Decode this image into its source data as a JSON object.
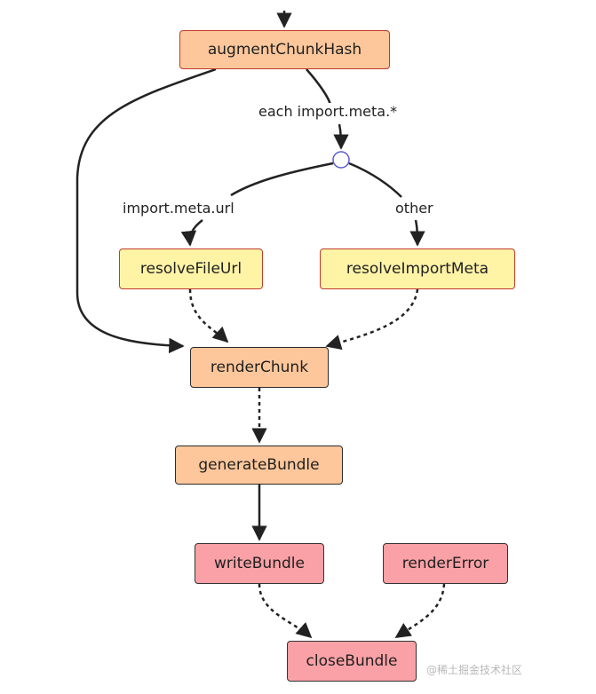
{
  "nodes": {
    "augmentChunkHash": "augmentChunkHash",
    "resolveFileUrl": "resolveFileUrl",
    "resolveImportMeta": "resolveImportMeta",
    "renderChunk": "renderChunk",
    "generateBundle": "generateBundle",
    "writeBundle": "writeBundle",
    "renderError": "renderError",
    "closeBundle": "closeBundle"
  },
  "edge_labels": {
    "each_import_meta": "each import.meta.*",
    "import_meta_url": "import.meta.url",
    "other": "other"
  },
  "watermark": "@稀土掘金技术社区",
  "colors": {
    "orange_fill": "#fdc79b",
    "yellow_fill": "#fff3a6",
    "pink_fill": "#f9a1a6",
    "red_border": "#c0392b",
    "junction_stroke": "#5b5bd6"
  }
}
